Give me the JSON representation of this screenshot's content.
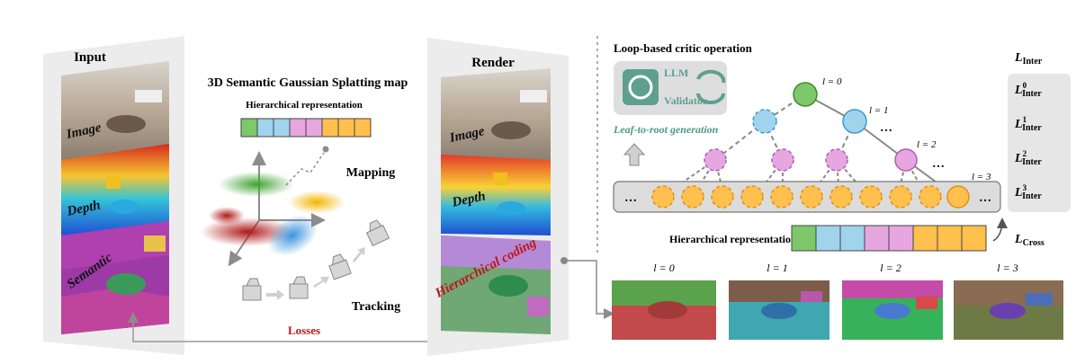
{
  "input_panel": {
    "title": "Input",
    "labels": [
      "Image",
      "Depth",
      "Semantic"
    ]
  },
  "map_panel": {
    "title": "3D Semantic Gaussian Splatting map",
    "hier_label": "Hierarchical representation",
    "mapping_label": "Mapping",
    "tracking_label": "Tracking",
    "losses_label": "Losses"
  },
  "render_panel": {
    "title": "Render",
    "labels": [
      "Image",
      "Depth",
      "Hierarchical coding"
    ]
  },
  "critic": {
    "title": "Loop-based critic operation",
    "llm_label": "LLM",
    "validator_label": "Validator",
    "generation_label": "Leaf-to-root generation",
    "hier_label": "Hierarchical representation:",
    "levels": [
      {
        "label": "l = 0"
      },
      {
        "label": "l = 1"
      },
      {
        "label": "l = 2"
      },
      {
        "label": "l = 3"
      }
    ],
    "ellipsis": "…"
  },
  "losses_column": {
    "inter": "L",
    "inter_sub": "Inter",
    "terms": [
      {
        "base": "L",
        "sup": "0",
        "sub": "Inter"
      },
      {
        "base": "L",
        "sup": "1",
        "sub": "Inter"
      },
      {
        "base": "L",
        "sup": "2",
        "sub": "Inter"
      },
      {
        "base": "L",
        "sup": "3",
        "sub": "Inter"
      }
    ],
    "cross": "L",
    "cross_sub": "Cross"
  },
  "bottom_levels": [
    "l = 0",
    "l = 1",
    "l = 2",
    "l = 3"
  ],
  "colors": {
    "green": "#7dc86a",
    "blue": "#9fd4ec",
    "pink": "#e6a6e0",
    "orange": "#ffc04d",
    "red_text": "#c0141c",
    "teal_text": "#4a9b88",
    "gray_panel": "#e6e6e6"
  }
}
